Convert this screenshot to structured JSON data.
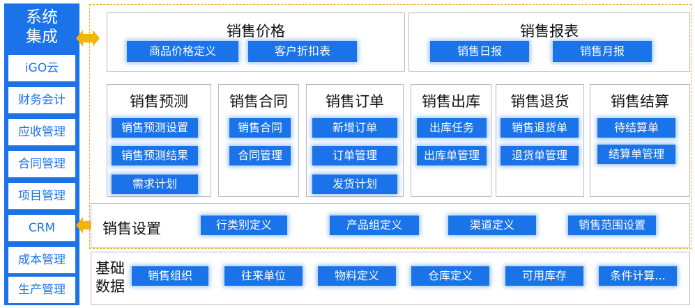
{
  "sidebar": {
    "title_line1": "系统",
    "title_line2": "集成",
    "items": [
      "iGO云",
      "财务会计",
      "应收管理",
      "合同管理",
      "项目管理",
      "CRM",
      "成本管理",
      "生产管理"
    ]
  },
  "sales_price": {
    "title": "销售价格",
    "buttons": [
      "商品价格定义",
      "客户折扣表"
    ]
  },
  "sales_report": {
    "title": "销售报表",
    "buttons": [
      "销售日报",
      "销售月报"
    ]
  },
  "modules": [
    {
      "title": "销售预测",
      "buttons": [
        "销售预测设置",
        "销售预测结果",
        "需求计划"
      ]
    },
    {
      "title": "销售合同",
      "buttons": [
        "销售合同",
        "合同管理"
      ]
    },
    {
      "title": "销售订单",
      "buttons": [
        "新增订单",
        "订单管理",
        "发货计划"
      ]
    },
    {
      "title": "销售出库",
      "buttons": [
        "出库任务",
        "出库单管理"
      ]
    },
    {
      "title": "销售退货",
      "buttons": [
        "销售退货单",
        "退货单管理"
      ]
    },
    {
      "title": "销售结算",
      "buttons": [
        "待结算单",
        "结算单管理"
      ]
    }
  ],
  "sales_settings": {
    "title": "销售设置",
    "buttons": [
      "行类别定义",
      "产品组定义",
      "渠道定义",
      "销售范围设置"
    ]
  },
  "base_data": {
    "title_line1": "基础",
    "title_line2": "数据",
    "buttons": [
      "销售组织",
      "往来单位",
      "物料定义",
      "仓库定义",
      "可用库存",
      "条件计算..."
    ]
  },
  "colors": {
    "accent": "#1a73e8",
    "arrow": "#f5b400",
    "frame": "#f5a623"
  }
}
